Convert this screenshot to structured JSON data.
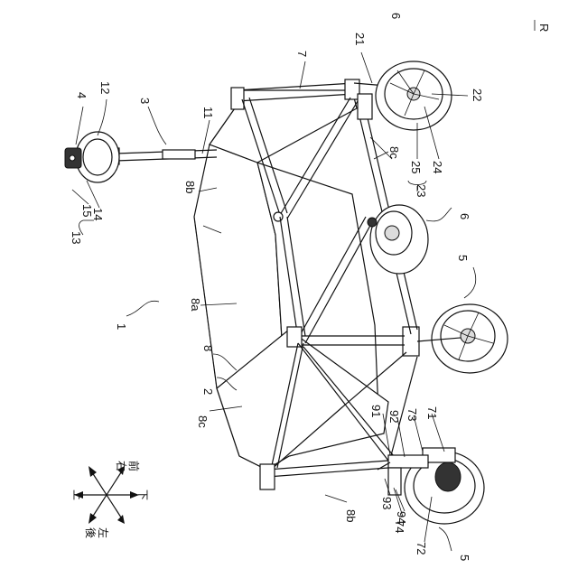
{
  "figure": {
    "direction_mark": "R",
    "assembly_ref": "1",
    "axes": {
      "front": "前",
      "right": "右",
      "up": "上",
      "down": "下",
      "left": "左",
      "rear": "後"
    },
    "refs": {
      "r2": "2",
      "r3": "3",
      "r4": "4",
      "r5_mid": "5",
      "r5_bottom": "5",
      "r6_top": "6",
      "r6_mid": "6",
      "r7": "7",
      "r8": "8",
      "r8a": "8a",
      "r8b_top": "8b",
      "r8b_bottom": "8b",
      "r8c_top": "8c",
      "r8c_left": "8c",
      "r11": "11",
      "r12": "12",
      "r13": "13",
      "r14": "14",
      "r15": "15",
      "r21": "21",
      "r22": "22",
      "r23": "23",
      "r24": "24",
      "r25": "25",
      "r71": "71",
      "r72": "72",
      "r73": "73",
      "r74": "74",
      "r91": "91",
      "r92": "92",
      "r93": "93",
      "r94": "94"
    }
  }
}
